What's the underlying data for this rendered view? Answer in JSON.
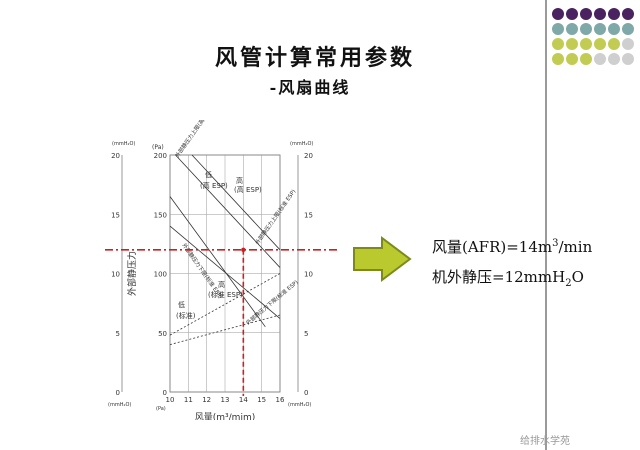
{
  "slide": {
    "title": "风管计算常用参数",
    "subtitle": "-风扇曲线"
  },
  "annotation": {
    "airflow_label": "风量(AFR)=14m",
    "airflow_sup": "3",
    "airflow_unit": "/min",
    "pressure_label": "机外静压=12mmH",
    "pressure_sub": "2",
    "pressure_unit": "O"
  },
  "watermark": "给排水学苑",
  "colors": {
    "accent_red": "#cc1f1f",
    "arrow_fill": "#b9c92e",
    "arrow_stroke": "#7d8a1a",
    "dot_purple": "#4a2260",
    "dot_teal": "#7fa8a8",
    "dot_olive": "#c2cc52",
    "dot_grey": "#cfcfcf"
  },
  "dot_grid": [
    [
      "purple",
      "purple",
      "purple",
      "purple",
      "purple",
      "purple"
    ],
    [
      "teal",
      "teal",
      "teal",
      "teal",
      "teal",
      "teal"
    ],
    [
      "olive",
      "olive",
      "olive",
      "olive",
      "olive",
      "grey"
    ],
    [
      "olive",
      "olive",
      "olive",
      "grey",
      "grey",
      "grey"
    ]
  ],
  "chart_data": {
    "type": "line",
    "xlabel": "风量(m³/mim)",
    "ylabel": "外部静压力",
    "x_ticks": [
      "10",
      "11",
      "12",
      "13",
      "14",
      "15",
      "16"
    ],
    "pa_ticks": [
      "200",
      "150",
      "100",
      "50",
      "0"
    ],
    "mmh2o_ticks": [
      "20",
      "15",
      "10",
      "5",
      "0"
    ],
    "unit_pa": "(Pa)",
    "unit_mmh2o": "(mmH₂O)",
    "xlim": [
      10,
      16
    ],
    "ylim_pa": [
      0,
      200
    ],
    "ylim_mmh2o": [
      0,
      20
    ],
    "region_labels": {
      "low_high_esp": "低",
      "high_esp_box": "(高 ESP)",
      "high_high_esp": "高",
      "high_esp_tag": "(高 ESP)",
      "high_standard": "高",
      "std_esp_box": "(标准 ESP)",
      "low_standard": "低",
      "standard_box": "(标准)",
      "diag_top": "外部静压力上限(高 ESP)",
      "diag_mid_left": "外部静压力下限(标准 ESP)",
      "diag_mid_right": "外部静压力上限(标准 ESP)",
      "diag_bottom": "外部静压力下限(标准 ESP)"
    },
    "operating_point": {
      "airflow": 14,
      "pressure_mmh2o": 12
    },
    "series": [
      {
        "points": [
          [
            10.3,
            20.0
          ],
          [
            16.0,
            10.5
          ]
        ]
      },
      {
        "points": [
          [
            11.2,
            20.0
          ],
          [
            16.0,
            12.0
          ]
        ]
      },
      {
        "points": [
          [
            10.0,
            16.5
          ],
          [
            15.2,
            5.5
          ]
        ]
      },
      {
        "points": [
          [
            10.0,
            14.0
          ],
          [
            16.0,
            6.2
          ]
        ]
      },
      {
        "points": [
          [
            10.0,
            4.8
          ],
          [
            16.0,
            10.0
          ]
        ]
      },
      {
        "points": [
          [
            10.0,
            4.0
          ],
          [
            16.0,
            6.5
          ]
        ]
      }
    ]
  }
}
